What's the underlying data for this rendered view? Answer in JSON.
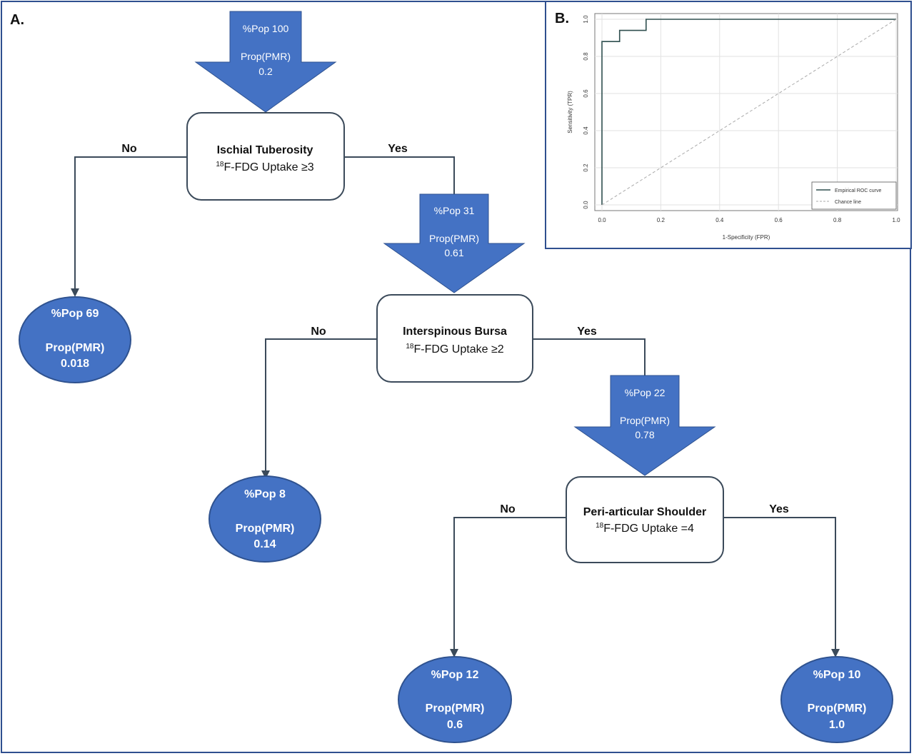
{
  "panels": {
    "a_label": "A.",
    "b_label": "B."
  },
  "tree": {
    "flows": [
      {
        "id": "root",
        "pop": "%Pop 100",
        "prop_label": "Prop(PMR)",
        "prop": "0.2"
      },
      {
        "id": "yes1",
        "pop": "%Pop 31",
        "prop_label": "Prop(PMR)",
        "prop": "0.61"
      },
      {
        "id": "yes2",
        "pop": "%Pop 22",
        "prop_label": "Prop(PMR)",
        "prop": "0.78"
      }
    ],
    "decisions": [
      {
        "id": "d1",
        "title": "Ischial Tuberosity",
        "sup": "18",
        "rule": "F-FDG Uptake ≥3"
      },
      {
        "id": "d2",
        "title": "Interspinous Bursa",
        "sup": "18",
        "rule": "F-FDG Uptake ≥2"
      },
      {
        "id": "d3",
        "title": "Peri-articular Shoulder",
        "sup": "18",
        "rule": "F-FDG Uptake =4"
      }
    ],
    "leaves": [
      {
        "id": "l1",
        "pop": "%Pop 69",
        "prop_label": "Prop(PMR)",
        "prop": "0.018"
      },
      {
        "id": "l2",
        "pop": "%Pop 8",
        "prop_label": "Prop(PMR)",
        "prop": "0.14"
      },
      {
        "id": "l3",
        "pop": "%Pop 12",
        "prop_label": "Prop(PMR)",
        "prop": "0.6"
      },
      {
        "id": "l4",
        "pop": "%Pop 10",
        "prop_label": "Prop(PMR)",
        "prop": "1.0"
      }
    ],
    "branch_labels": {
      "no": "No",
      "yes": "Yes"
    },
    "colors": {
      "fill": "#4472c4",
      "stroke": "#2f528f",
      "line": "#3b4a5a",
      "box_stroke": "#3b4a5a"
    }
  },
  "chart_data": {
    "type": "line",
    "xlabel": "1-Specificity (FPR)",
    "ylabel": "Sensitivity (TPR)",
    "xlim": [
      0,
      1
    ],
    "ylim": [
      0,
      1
    ],
    "xticks": [
      "0.0",
      "0.2",
      "0.4",
      "0.6",
      "0.8",
      "1.0"
    ],
    "yticks": [
      "0.0",
      "0.2",
      "0.4",
      "0.6",
      "0.8",
      "1.0"
    ],
    "grid": true,
    "legend_position": "bottom-right",
    "series": [
      {
        "name": "Empirical ROC curve",
        "style": "solid",
        "color": "#2f4f4f",
        "x": [
          0,
          0,
          0.06,
          0.06,
          0.15,
          0.15,
          1.0
        ],
        "y": [
          0,
          0.88,
          0.88,
          0.94,
          0.94,
          1.0,
          1.0
        ]
      },
      {
        "name": "Chance line",
        "style": "dashed",
        "color": "#aaaaaa",
        "x": [
          0,
          1
        ],
        "y": [
          0,
          1
        ]
      }
    ]
  }
}
